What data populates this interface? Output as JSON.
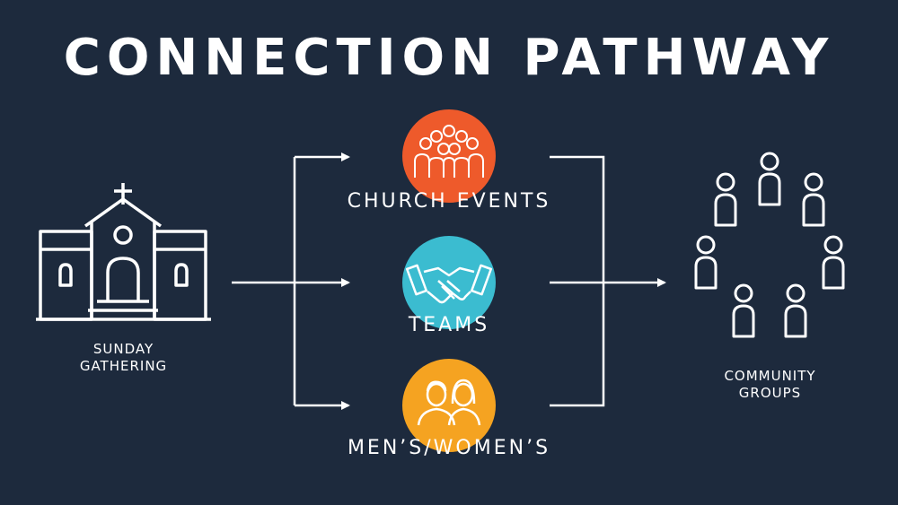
{
  "title": "CONNECTION PATHWAY",
  "start": {
    "label_line1": "SUNDAY",
    "label_line2": "GATHERING",
    "icon": "church-icon"
  },
  "steps": [
    {
      "label": "CHURCH EVENTS",
      "icon": "crowd-icon",
      "color": "#ee5a2b"
    },
    {
      "label": "TEAMS",
      "icon": "handshake-icon",
      "color": "#3bbcd0"
    },
    {
      "label": "MEN’S/WOMEN’S",
      "icon": "man-woman-icon",
      "color": "#f5a321"
    }
  ],
  "end": {
    "label_line1": "COMMUNITY",
    "label_line2": "GROUPS",
    "icon": "people-circle-icon"
  },
  "colors": {
    "background": "#1d2a3d",
    "line": "#ffffff"
  }
}
